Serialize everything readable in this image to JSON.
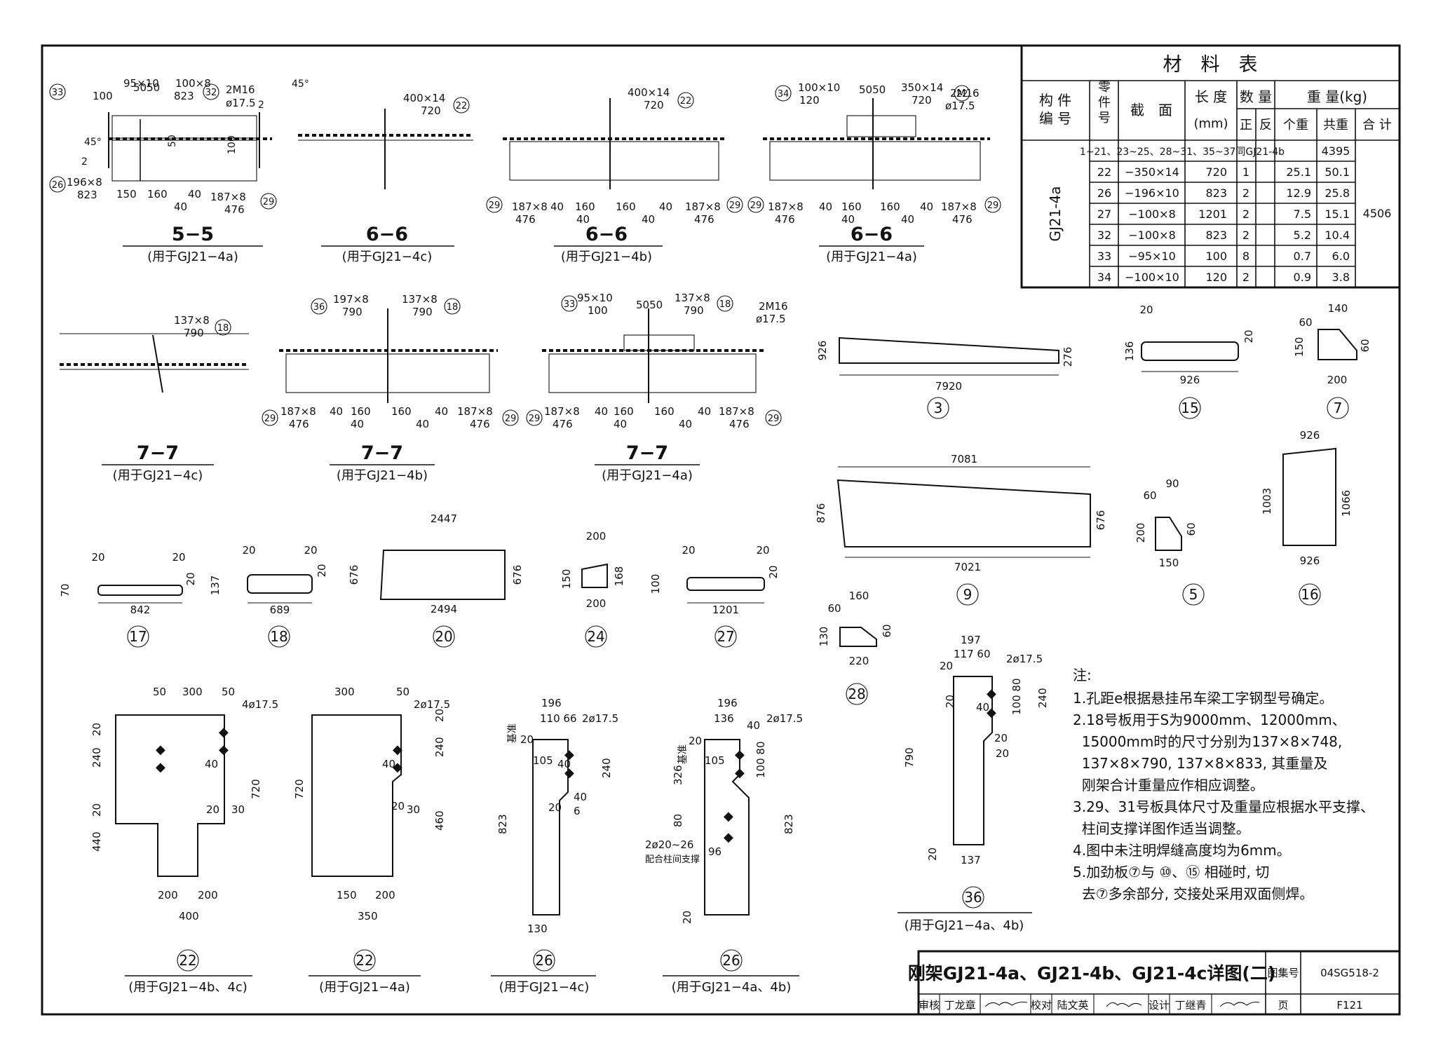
{
  "title_block": {
    "title": "刚架GJ21-4a、GJ21-4b、GJ21-4c详图(二)",
    "atlas_label": "图集号",
    "atlas_no": "04SG518-2",
    "review_label": "审核",
    "reviewer": "丁龙章",
    "check_label": "校对",
    "checker": "陆文英",
    "design_label": "设计",
    "designer": "丁继青",
    "page_label": "页",
    "page_no": "F121"
  },
  "material_table": {
    "title": "材　料　表",
    "headers": {
      "member_no": "构件编号",
      "part_no": "零件号",
      "section": "截　面",
      "length": "长 度",
      "length_unit": "(mm)",
      "qty": "数 量",
      "qty_pos": "正",
      "qty_neg": "反",
      "weight": "重 量(kg)",
      "w_each": "个重",
      "w_total": "共重",
      "w_sum": "合 计"
    },
    "member": "GJ21-4a",
    "ref_row": {
      "text": "1~21、23~25、28~31、35~37同GJ21-4b",
      "total": "4395"
    },
    "grand_total": "4506",
    "rows": [
      {
        "part": "22",
        "section": "−350×14",
        "length": "720",
        "qty_pos": "1",
        "qty_neg": "",
        "each": "25.1",
        "total": "50.1"
      },
      {
        "part": "26",
        "section": "−196×10",
        "length": "823",
        "qty_pos": "2",
        "qty_neg": "",
        "each": "12.9",
        "total": "25.8"
      },
      {
        "part": "27",
        "section": "−100×8",
        "length": "1201",
        "qty_pos": "2",
        "qty_neg": "",
        "each": "7.5",
        "total": "15.1"
      },
      {
        "part": "32",
        "section": "−100×8",
        "length": "823",
        "qty_pos": "2",
        "qty_neg": "",
        "each": "5.2",
        "total": "10.4"
      },
      {
        "part": "33",
        "section": "−95×10",
        "length": "100",
        "qty_pos": "8",
        "qty_neg": "",
        "each": "0.7",
        "total": "6.0"
      },
      {
        "part": "34",
        "section": "−100×10",
        "length": "120",
        "qty_pos": "2",
        "qty_neg": "",
        "each": "0.9",
        "total": "3.8"
      }
    ]
  },
  "sections": {
    "s55": {
      "title": "5−5",
      "caption": "(用于GJ21−4a)"
    },
    "s66c": {
      "title": "6−6",
      "caption": "(用于GJ21−4c)"
    },
    "s66b": {
      "title": "6−6",
      "caption": "(用于GJ21−4b)"
    },
    "s66a": {
      "title": "6−6",
      "caption": "(用于GJ21−4a)"
    },
    "s77c": {
      "title": "7−7",
      "caption": "(用于GJ21−4c)"
    },
    "s77b": {
      "title": "7−7",
      "caption": "(用于GJ21−4b)"
    },
    "s77a": {
      "title": "7−7",
      "caption": "(用于GJ21−4a)"
    }
  },
  "plates": {
    "p3": {
      "no": "3",
      "len": "7920",
      "h_left": "926",
      "h_right": "276"
    },
    "p15": {
      "no": "15",
      "len": "926",
      "h": "136",
      "ch1": "20",
      "ch2": "20"
    },
    "p7": {
      "no": "7",
      "top": "140",
      "h": "150",
      "ch_v": "60",
      "ch_r": "60",
      "bot": "200"
    },
    "p9": {
      "no": "9",
      "top": "7081",
      "bot": "7021",
      "h_left": "876",
      "h_right": "676"
    },
    "p5": {
      "no": "5",
      "top": "90",
      "ch": "60",
      "h": "200",
      "h_r": "60",
      "bot": "150"
    },
    "p16": {
      "no": "16",
      "top": "926",
      "bot": "926",
      "h_left": "1003",
      "h_right": "1066"
    },
    "p17": {
      "no": "17",
      "len": "842",
      "h": "70",
      "c1": "20",
      "c2": "20",
      "c3": "20"
    },
    "p18": {
      "no": "18",
      "len": "689",
      "h": "137",
      "c1": "20",
      "c2": "20",
      "c3": "20"
    },
    "p20": {
      "no": "20",
      "top": "2447",
      "bot": "2494",
      "h_left": "676",
      "h_right": "676"
    },
    "p24": {
      "no": "24",
      "top": "200",
      "bot": "200",
      "h_left": "150",
      "h_right": "168"
    },
    "p27": {
      "no": "27",
      "len": "1201",
      "h": "100",
      "c1": "20",
      "c2": "20",
      "c3": "20"
    },
    "p28": {
      "no": "28",
      "top": "160",
      "ch": "60",
      "h": "130",
      "h_r": "60",
      "bot": "220"
    },
    "p22a": {
      "no": "22",
      "caption": "(用于GJ21−4b、4c)",
      "holes": "4ø17.5"
    },
    "p22b": {
      "no": "22",
      "caption": "(用于GJ21−4a)",
      "holes": "2ø17.5"
    },
    "p26a": {
      "no": "26",
      "caption": "(用于GJ21−4c)",
      "holes": "2ø17.5"
    },
    "p26b": {
      "no": "26",
      "caption": "(用于GJ21−4a、4b)",
      "holes": "2ø17.5",
      "extra": "2ø20~26",
      "extra_note": "配合柱间支撑"
    },
    "p36": {
      "no": "36",
      "caption": "(用于GJ21−4a、4b)",
      "holes": "2ø17.5"
    }
  },
  "notes": {
    "title": "注:",
    "items": [
      "1.孔距e根据悬挂吊车梁工字钢型号确定。",
      "2.18号板用于S为9000mm、12000mm、",
      "  15000mm时的尺寸分别为137×8×748,",
      "  137×8×790, 137×8×833, 其重量及",
      "  刚架合计重量应作相应调整。",
      "3.29、31号板具体尺寸及重量应根据水平支撑、",
      "  柱间支撑详图作适当调整。",
      "4.图中未注明焊缝高度均为6mm。",
      "5.加劲板⑦与 ⑩、⑮ 相碰时, 切",
      "  去⑦多余部分, 交接处采用双面侧焊。"
    ]
  }
}
